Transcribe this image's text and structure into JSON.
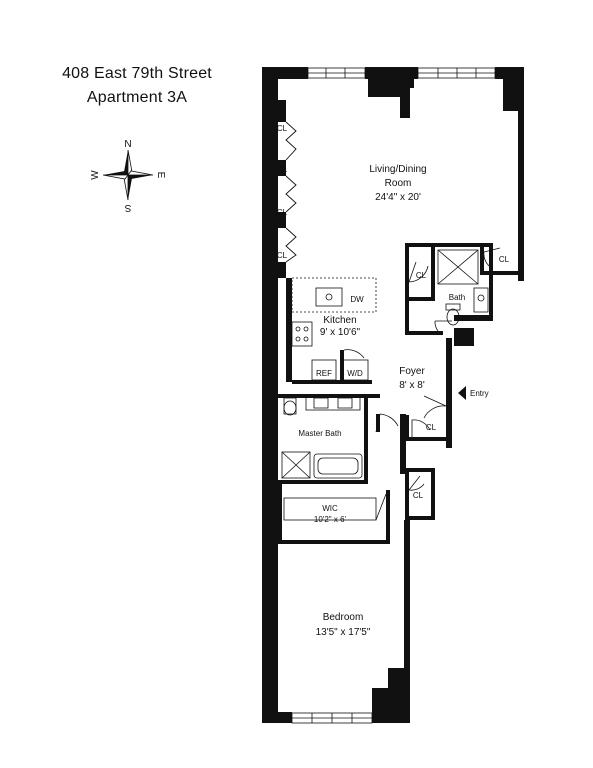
{
  "title": {
    "line1": "408 East 79th Street",
    "line2": "Apartment 3A"
  },
  "compass": {
    "n": "N",
    "s": "S",
    "e": "E",
    "w": "W"
  },
  "rooms": {
    "living": {
      "name1": "Living/Dining",
      "name2": "Room",
      "dims": "24'4\" x 20'"
    },
    "kitchen": {
      "name": "Kitchen",
      "dims": "9' x 10'6\""
    },
    "foyer": {
      "name": "Foyer",
      "dims": "8' x 8'"
    },
    "master_bath": {
      "name": "Master Bath"
    },
    "wic": {
      "name": "WIC",
      "dims": "10'2\" x 6'"
    },
    "bedroom": {
      "name": "Bedroom",
      "dims": "13'5\" x 17'5\""
    },
    "bath": {
      "name": "Bath"
    }
  },
  "labels": {
    "closet": "CL",
    "dishwasher": "DW",
    "refrigerator": "REF",
    "washer_dryer": "W/D",
    "entry": "Entry"
  }
}
